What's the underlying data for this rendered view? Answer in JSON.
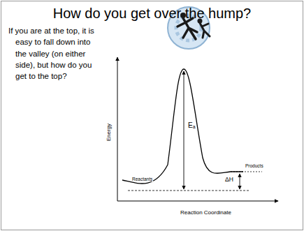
{
  "diagram": {
    "title": "How do you get over the hump?",
    "labels": [
      "If you are at the top, it is easy to fall down into the valley (on either side), but how do you get to the top?",
      "Energy",
      "Reaction Coordinate",
      "Reactants",
      "Products",
      "Eₐ",
      "ΔH"
    ]
  }
}
